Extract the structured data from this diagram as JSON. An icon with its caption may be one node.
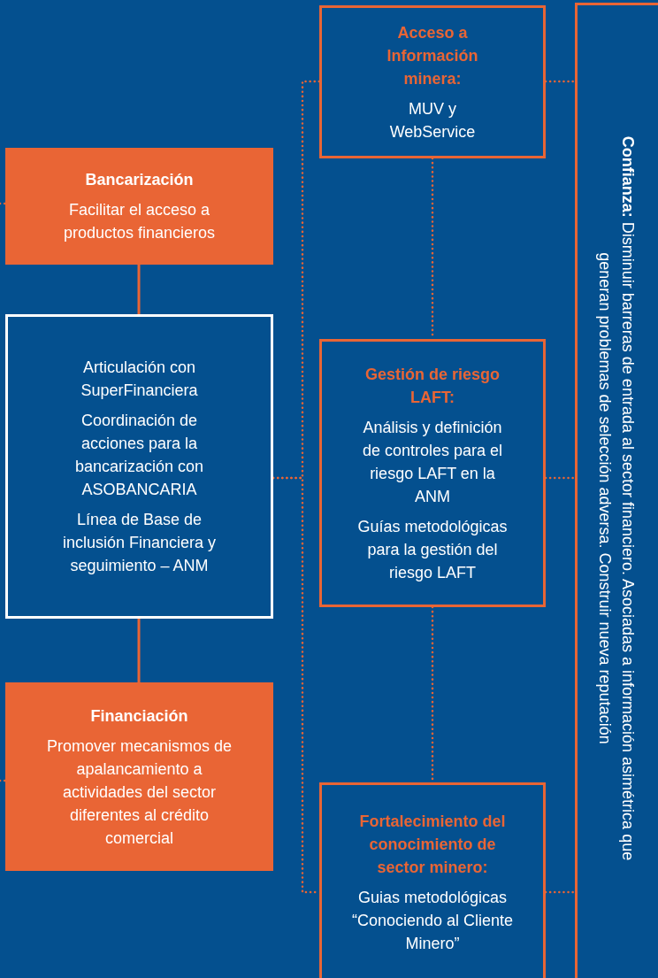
{
  "diagram": {
    "nodes": [
      {
        "text": [
          "Bancarización",
          "Facilitar el acceso a productos financieros"
        ]
      },
      {
        "text": [
          "Articulación con SuperFinanciera",
          "Coordinación de acciones para la bancarización con ASOBANCARIA",
          "Línea de Base de inclusión Financiera y seguimiento – ANM"
        ]
      },
      {
        "text": [
          "Financiación",
          "Promover mecanismos de apalancamiento a actividades del sector diferentes al crédito comercial"
        ]
      },
      {
        "text": [
          "Acceso a Información minera:",
          "MUV y WebService"
        ]
      },
      {
        "text": [
          "Gestión de riesgo LAFT:",
          "Análisis y definición de controles para el riesgo LAFT en la ANM",
          "Guías metodológicas para la gestión del riesgo LAFT"
        ]
      },
      {
        "text": [
          "Fortalecimiento del conocimiento de sector minero:",
          "Guias metodológicas “Conociendo al Cliente Minero”"
        ]
      },
      {
        "text": [
          "**Confianza:** Disminuir barreras de entrada al sector financiero. Asociadas a información asimétrica que generan problemas de selección adversa. Construir nueva reputación"
        ]
      }
    ],
    "edges": [
      {
        "from": 0,
        "to": 1,
        "arrow": "none"
      },
      {
        "from": 1,
        "to": 2,
        "arrow": "none"
      },
      {
        "from": 3,
        "to": 4,
        "arrow": "none",
        "style": "dashed"
      },
      {
        "from": 4,
        "to": 5,
        "arrow": "none",
        "style": "dashed"
      },
      {
        "from": 1,
        "to": 3,
        "arrow": "none",
        "style": "dashed"
      },
      {
        "from": 1,
        "to": 5,
        "arrow": "none",
        "style": "dashed"
      },
      {
        "from": 3,
        "to": 6,
        "arrow": "none",
        "style": "dashed"
      },
      {
        "from": 4,
        "to": 6,
        "arrow": "none",
        "style": "dashed"
      },
      {
        "from": 5,
        "to": 6,
        "arrow": "none",
        "style": "dashed"
      },
      {
        "from": null,
        "to": 0,
        "arrow": "none",
        "style": "dashed"
      },
      {
        "from": null,
        "to": 2,
        "arrow": "none",
        "style": "dashed"
      }
    ]
  }
}
